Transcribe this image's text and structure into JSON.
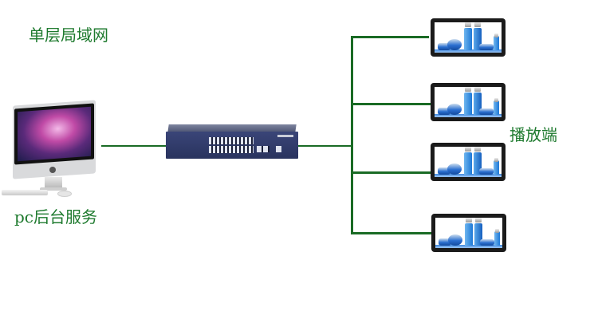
{
  "diagram": {
    "title": "单层局域网",
    "nodes": {
      "server": {
        "label": "pc后台服务",
        "icon": "imac-computer-icon"
      },
      "switch": {
        "label": "",
        "icon": "network-switch-icon"
      },
      "players": {
        "label": "播放端",
        "items": [
          {
            "icon": "display-screen-icon"
          },
          {
            "icon": "display-screen-icon"
          },
          {
            "icon": "display-screen-icon"
          },
          {
            "icon": "display-screen-icon"
          }
        ]
      }
    },
    "edges": [
      {
        "from": "server",
        "to": "switch"
      },
      {
        "from": "switch",
        "to": "player-1"
      },
      {
        "from": "switch",
        "to": "player-2"
      },
      {
        "from": "switch",
        "to": "player-3"
      },
      {
        "from": "switch",
        "to": "player-4"
      }
    ],
    "colors": {
      "line": "#1a6b25",
      "text": "#1e7a2e"
    }
  }
}
